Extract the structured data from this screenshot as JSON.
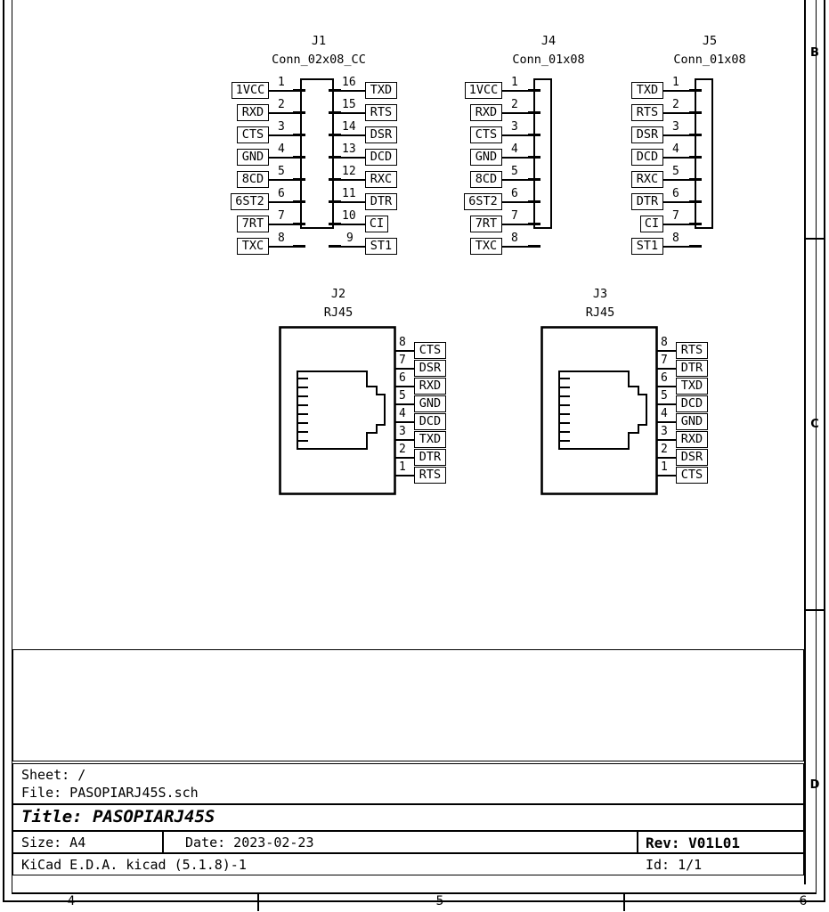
{
  "sheet": {
    "zone_letters": [
      "B",
      "C",
      "D"
    ],
    "zone_numbers": [
      "4",
      "5",
      "6"
    ]
  },
  "title_block": {
    "sheet_label": "Sheet: /",
    "file_label": "File: PASOPIARJ45S.sch",
    "title_label": "Title: PASOPIARJ45S",
    "size_label": "Size: A4",
    "date_label": "Date: 2023-02-23",
    "eda_label": "KiCad E.D.A.   kicad (5.1.8)-1",
    "rev_label": "Rev: V01L01",
    "id_label": "Id: 1/1",
    "comment_box": ""
  },
  "symbols": {
    "j1": {
      "ref": "J1",
      "value": "Conn_02x08_CC",
      "left_pins": [
        {
          "num": "1",
          "label": "1VCC"
        },
        {
          "num": "2",
          "label": "RXD"
        },
        {
          "num": "3",
          "label": "CTS"
        },
        {
          "num": "4",
          "label": "GND"
        },
        {
          "num": "5",
          "label": "8CD"
        },
        {
          "num": "6",
          "label": "6ST2"
        },
        {
          "num": "7",
          "label": "7RT"
        },
        {
          "num": "8",
          "label": "TXC"
        }
      ],
      "right_pins": [
        {
          "num": "16",
          "label": "TXD"
        },
        {
          "num": "15",
          "label": "RTS"
        },
        {
          "num": "14",
          "label": "DSR"
        },
        {
          "num": "13",
          "label": "DCD"
        },
        {
          "num": "12",
          "label": "RXC"
        },
        {
          "num": "11",
          "label": "DTR"
        },
        {
          "num": "10",
          "label": "CI"
        },
        {
          "num": "9",
          "label": "ST1"
        }
      ]
    },
    "j4": {
      "ref": "J4",
      "value": "Conn_01x08",
      "left_pins": [
        {
          "num": "1",
          "label": "1VCC"
        },
        {
          "num": "2",
          "label": "RXD"
        },
        {
          "num": "3",
          "label": "CTS"
        },
        {
          "num": "4",
          "label": "GND"
        },
        {
          "num": "5",
          "label": "8CD"
        },
        {
          "num": "6",
          "label": "6ST2"
        },
        {
          "num": "7",
          "label": "7RT"
        },
        {
          "num": "8",
          "label": "TXC"
        }
      ]
    },
    "j5": {
      "ref": "J5",
      "value": "Conn_01x08",
      "left_pins": [
        {
          "num": "1",
          "label": "TXD"
        },
        {
          "num": "2",
          "label": "RTS"
        },
        {
          "num": "3",
          "label": "DSR"
        },
        {
          "num": "4",
          "label": "DCD"
        },
        {
          "num": "5",
          "label": "RXC"
        },
        {
          "num": "6",
          "label": "DTR"
        },
        {
          "num": "7",
          "label": "CI"
        },
        {
          "num": "8",
          "label": "ST1"
        }
      ]
    },
    "j2": {
      "ref": "J2",
      "value": "RJ45",
      "right_pins": [
        {
          "num": "8",
          "label": "CTS"
        },
        {
          "num": "7",
          "label": "DSR"
        },
        {
          "num": "6",
          "label": "RXD"
        },
        {
          "num": "5",
          "label": "GND"
        },
        {
          "num": "4",
          "label": "DCD"
        },
        {
          "num": "3",
          "label": "TXD"
        },
        {
          "num": "2",
          "label": "DTR"
        },
        {
          "num": "1",
          "label": "RTS"
        }
      ]
    },
    "j3": {
      "ref": "J3",
      "value": "RJ45",
      "right_pins": [
        {
          "num": "8",
          "label": "RTS"
        },
        {
          "num": "7",
          "label": "DTR"
        },
        {
          "num": "6",
          "label": "TXD"
        },
        {
          "num": "5",
          "label": "DCD"
        },
        {
          "num": "4",
          "label": "GND"
        },
        {
          "num": "3",
          "label": "RXD"
        },
        {
          "num": "2",
          "label": "DSR"
        },
        {
          "num": "1",
          "label": "CTS"
        }
      ]
    }
  },
  "colors": {
    "line": "#000000",
    "background": "#ffffff"
  }
}
